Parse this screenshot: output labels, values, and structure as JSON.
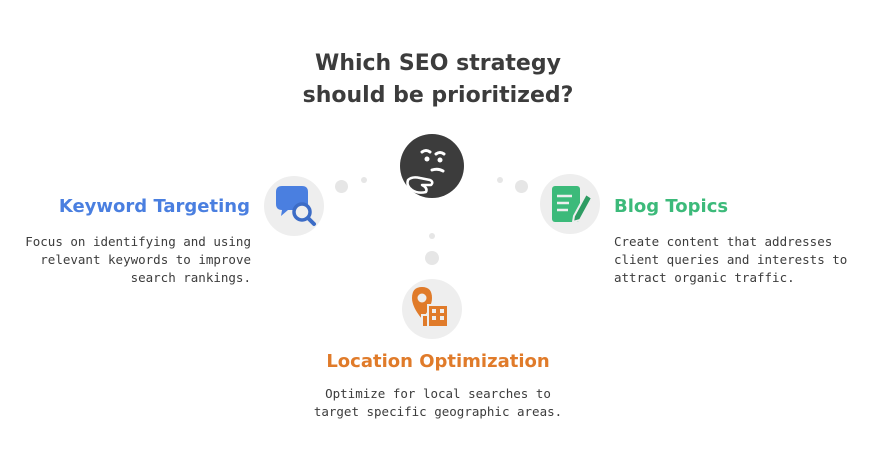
{
  "title": {
    "line1": "Which SEO strategy",
    "line2": "should be prioritized?"
  },
  "center": {
    "icon": "thinking-face-icon",
    "color": "#3c3c3c"
  },
  "options": {
    "keyword": {
      "heading": "Keyword Targeting",
      "desc": [
        "Focus on identifying and using",
        "relevant keywords to improve",
        "search rankings."
      ],
      "icon": "search-chat-icon",
      "color": "#4a7fe0"
    },
    "blog": {
      "heading": "Blog Topics",
      "desc": [
        "Create content that addresses",
        "client queries and interests to",
        "attract organic traffic."
      ],
      "icon": "document-edit-icon",
      "color": "#3cba7a"
    },
    "location": {
      "heading": "Location Optimization",
      "desc": [
        "Optimize for local searches to",
        "target specific geographic areas."
      ],
      "icon": "location-building-icon",
      "color": "#e07b2a"
    }
  }
}
